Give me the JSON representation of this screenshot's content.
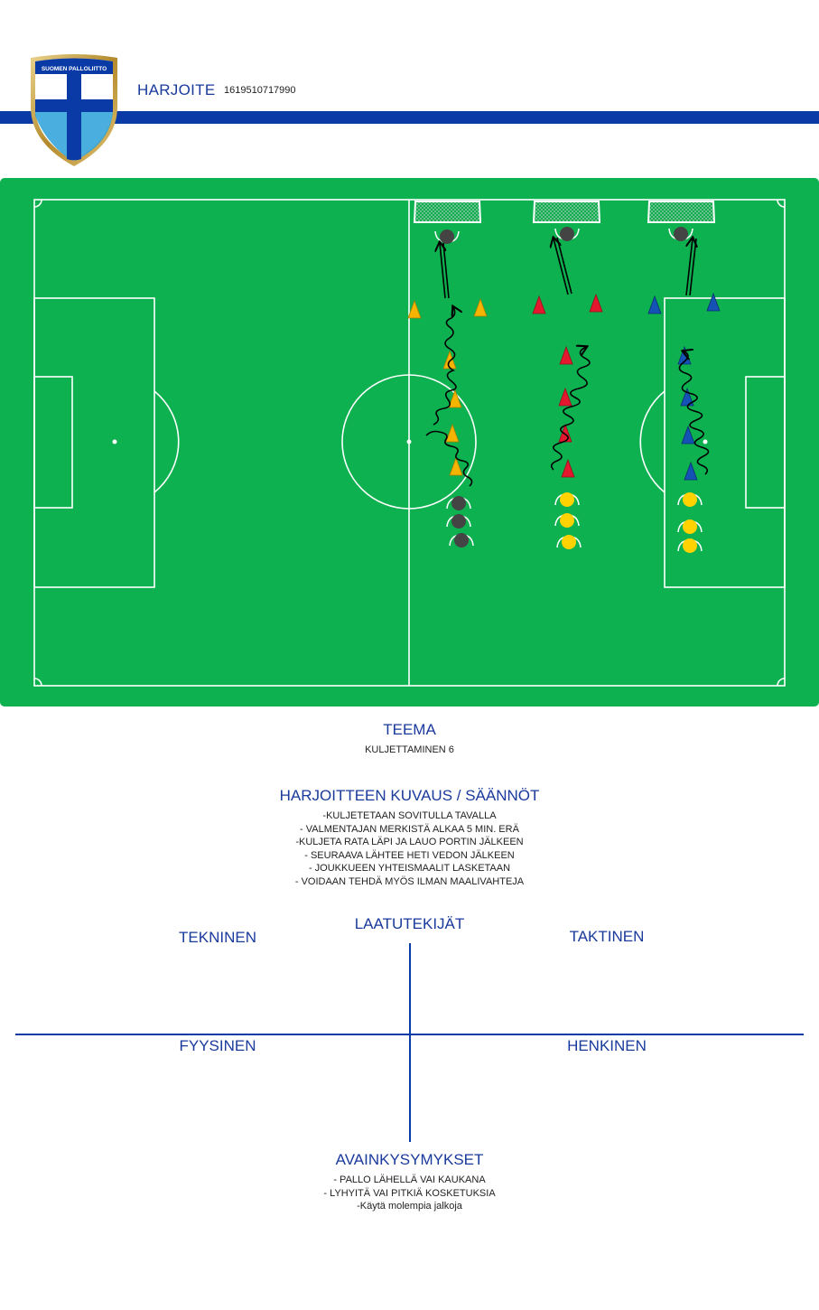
{
  "header": {
    "title": "HARJOITE",
    "id_number": "1619510717990",
    "logo_text": "SUOMEN PALLOLIITTO"
  },
  "colors": {
    "band": "#0a3aa6",
    "pitch": "#0db14f",
    "text_blue": "#1a3a9c",
    "cone_yellow": "#f4b400",
    "cone_red": "#e3172e",
    "cone_blue": "#1452b5"
  },
  "theme": {
    "heading": "TEEMA",
    "value": "KULJETTAMINEN  6"
  },
  "description": {
    "heading": "HARJOITTEEN KUVAUS / SÄÄNNÖT",
    "lines": [
      "-KULJETETAAN SOVITULLA TAVALLA",
      "- VALMENTAJAN MERKISTÄ ALKAA 5 MIN. ERÄ",
      "-KULJETA RATA LÄPI JA LAUO PORTIN JÄLKEEN",
      "- SEURAAVA LÄHTEE HETI VEDON JÄLKEEN",
      "- JOUKKUEEN YHTEISMAALIT LASKETAAN",
      "- VOIDAAN TEHDÄ MYÖS ILMAN MAALIVAHTEJA"
    ]
  },
  "quality": {
    "heading": "LAATUTEKIJÄT",
    "technical": "TEKNINEN",
    "tactical": "TAKTINEN",
    "physical": "FYYSINEN",
    "mental": "HENKINEN"
  },
  "key_questions": {
    "heading": "AVAINKYSYMYKSET",
    "lines": [
      "- PALLO LÄHELLÄ VAI KAUKANA",
      "- LYHYITÄ VAI PITKIÄ KOSKETUKSIA",
      "-Käytä molempia jalkoja"
    ]
  }
}
